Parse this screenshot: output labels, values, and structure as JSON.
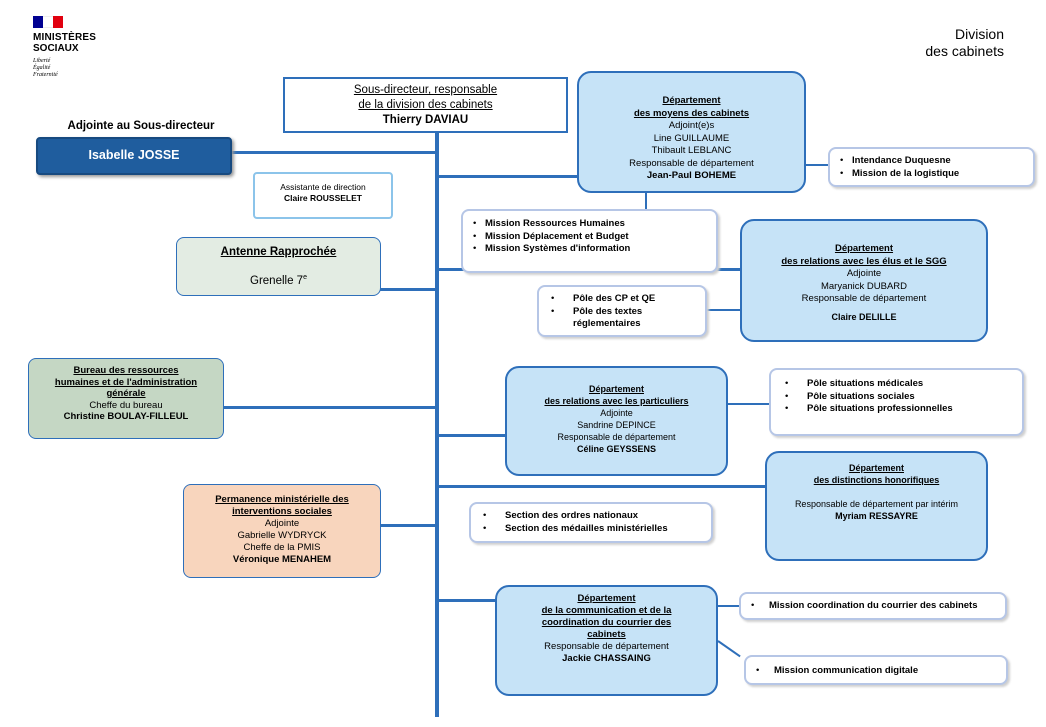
{
  "logo": {
    "line1": "MINISTÈRES",
    "line2": "SOCIAUX",
    "motto1": "Liberté",
    "motto2": "Égalité",
    "motto3": "Fraternité"
  },
  "page_title": {
    "line1": "Division",
    "line2": "des cabinets"
  },
  "head": {
    "title1": "Sous-directeur, responsable",
    "title2": "de la division des cabinets",
    "name": "Thierry DAVIAU"
  },
  "deputy": {
    "label": "Adjointe au Sous-directeur",
    "name": "Isabelle JOSSE"
  },
  "assistant": {
    "role": "Assistante de direction",
    "name": "Claire ROUSSELET"
  },
  "antenna": {
    "title": "Antenne Rapprochée",
    "place": "Grenelle 7",
    "sup": "e"
  },
  "bureau_rh": {
    "title1": "Bureau  des ressources",
    "title2": "humaines  et de l'administration",
    "title3": "générale",
    "role": "Cheffe du bureau",
    "name": "Christine BOULAY-FILLEUL"
  },
  "permanence": {
    "title1": "Permanence ministérielle des",
    "title2": "interventions sociales",
    "role1": "Adjointe",
    "name1": "Gabrielle WYDRYCK",
    "role2": "Cheffe de la PMIS",
    "name2": "Véronique MENAHEM"
  },
  "dept_moyens": {
    "title1": "Département",
    "title2": "des moyens des cabinets",
    "role1": "Adjoint(e)s",
    "name1a": "Line GUILLAUME",
    "name1b": "Thibault LEBLANC",
    "role2": "Responsable de département",
    "name2": "Jean-Paul BOHEME",
    "missions": [
      "Intendance Duquesne",
      "Mission de la logistique"
    ]
  },
  "missions_rh": [
    "Mission Ressources Humaines",
    "Mission Déplacement et Budget",
    "Mission Systèmes d'information"
  ],
  "dept_elus": {
    "title1": "Département",
    "title2": "des relations avec les élus et le SGG",
    "role1": "Adjointe",
    "name1": "Maryanick DUBARD",
    "role2": "Responsable de département",
    "name2": "Claire DELILLE",
    "poles": [
      "Pôle des CP et QE",
      "Pôle des textes réglementaires"
    ]
  },
  "dept_particuliers": {
    "title1": "Département",
    "title2": "des relations avec les particuliers",
    "role1": "Adjointe",
    "name1": "Sandrine DEPINCE",
    "role2": "Responsable de département",
    "name2": "Céline GEYSSENS",
    "poles": [
      "Pôle situations médicales",
      "Pôle situations sociales",
      "Pôle situations professionnelles"
    ]
  },
  "dept_distinctions": {
    "title1": "Département",
    "title2": "des distinctions honorifiques",
    "role": "Responsable de département par intérim",
    "name": "Myriam RESSAYRE",
    "sections": [
      "Section des ordres nationaux",
      "Section des médailles ministérielles"
    ]
  },
  "dept_comm": {
    "title1": "Département",
    "title2": "de la communication et de la",
    "title3": "coordination du courrier des",
    "title4": "cabinets",
    "role": "Responsable de département",
    "name": "Jackie CHASSAING",
    "mission1": "Mission coordination du courrier des cabinets",
    "mission2": "Mission communication digitale"
  },
  "colors": {
    "line": "#2e6fba",
    "dept_fill": "#c6e3f7",
    "deputy_fill": "#1f5d9e",
    "antenna_fill": "#e3ece3",
    "bureau_fill": "#c5d7c4",
    "permanence_fill": "#f8d5bd"
  }
}
